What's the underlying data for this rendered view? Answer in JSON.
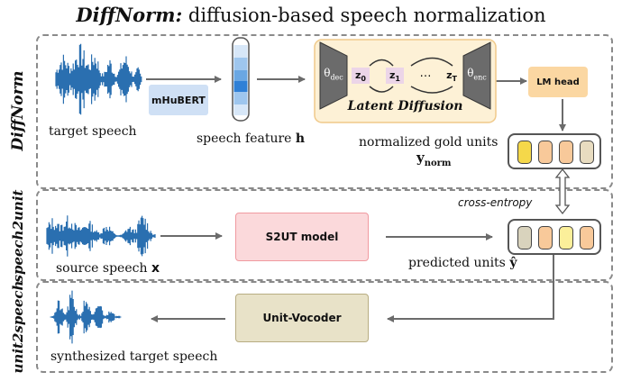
{
  "title": {
    "bold": "DiffNorm:",
    "rest": " diffusion-based speech normalization"
  },
  "panels": {
    "diffnorm": {
      "label": "DiffNorm"
    },
    "s2u": {
      "label": "speech2unit"
    },
    "u2s": {
      "label": "unit2speech"
    }
  },
  "diffnorm": {
    "target_speech": "target speech",
    "mhubert": "mHuBERT",
    "speech_feature": "speech feature",
    "speech_feature_var": "h",
    "theta_dec": "θdec",
    "theta_enc": "θenc",
    "z0": "z0",
    "z1": "z1",
    "ellipsis": "…",
    "zT": "zT",
    "latent_diffusion": "Latent Diffusion",
    "lm_head": "LM head",
    "normalized_units_line1": "normalized gold units",
    "normalized_units_var": "ynorm"
  },
  "cross_entropy": "cross-entropy",
  "s2u": {
    "source_speech": "source speech",
    "source_var": "x",
    "model": "S2UT model",
    "predicted_units": "predicted units",
    "predicted_var": "ŷ"
  },
  "u2s": {
    "vocoder": "Unit-Vocoder",
    "synth": "synthesized target speech"
  },
  "colors": {
    "wave": "#2a6fb0",
    "mhubert_bg": "#cfe0f5",
    "latent_bg": "#fdf1d6",
    "latent_border": "#f0c98a",
    "lmhead_bg": "#fbd7a2",
    "s2ut_bg": "#fbd9db",
    "s2ut_border": "#f09aa0",
    "vocoder_bg": "#e8e2c8",
    "vocoder_border": "#b8ad82",
    "unit_yellow": "#f5d84a",
    "unit_orange": "#f8c99a",
    "unit_beige": "#e8dcc0",
    "unit_grey": "#d9d3bd",
    "unit_lightyellow": "#fbef9a"
  },
  "units": {
    "normalized": [
      "unit_yellow",
      "unit_orange",
      "unit_orange",
      "unit_beige"
    ],
    "predicted": [
      "unit_grey",
      "unit_orange",
      "unit_lightyellow",
      "unit_orange"
    ]
  }
}
